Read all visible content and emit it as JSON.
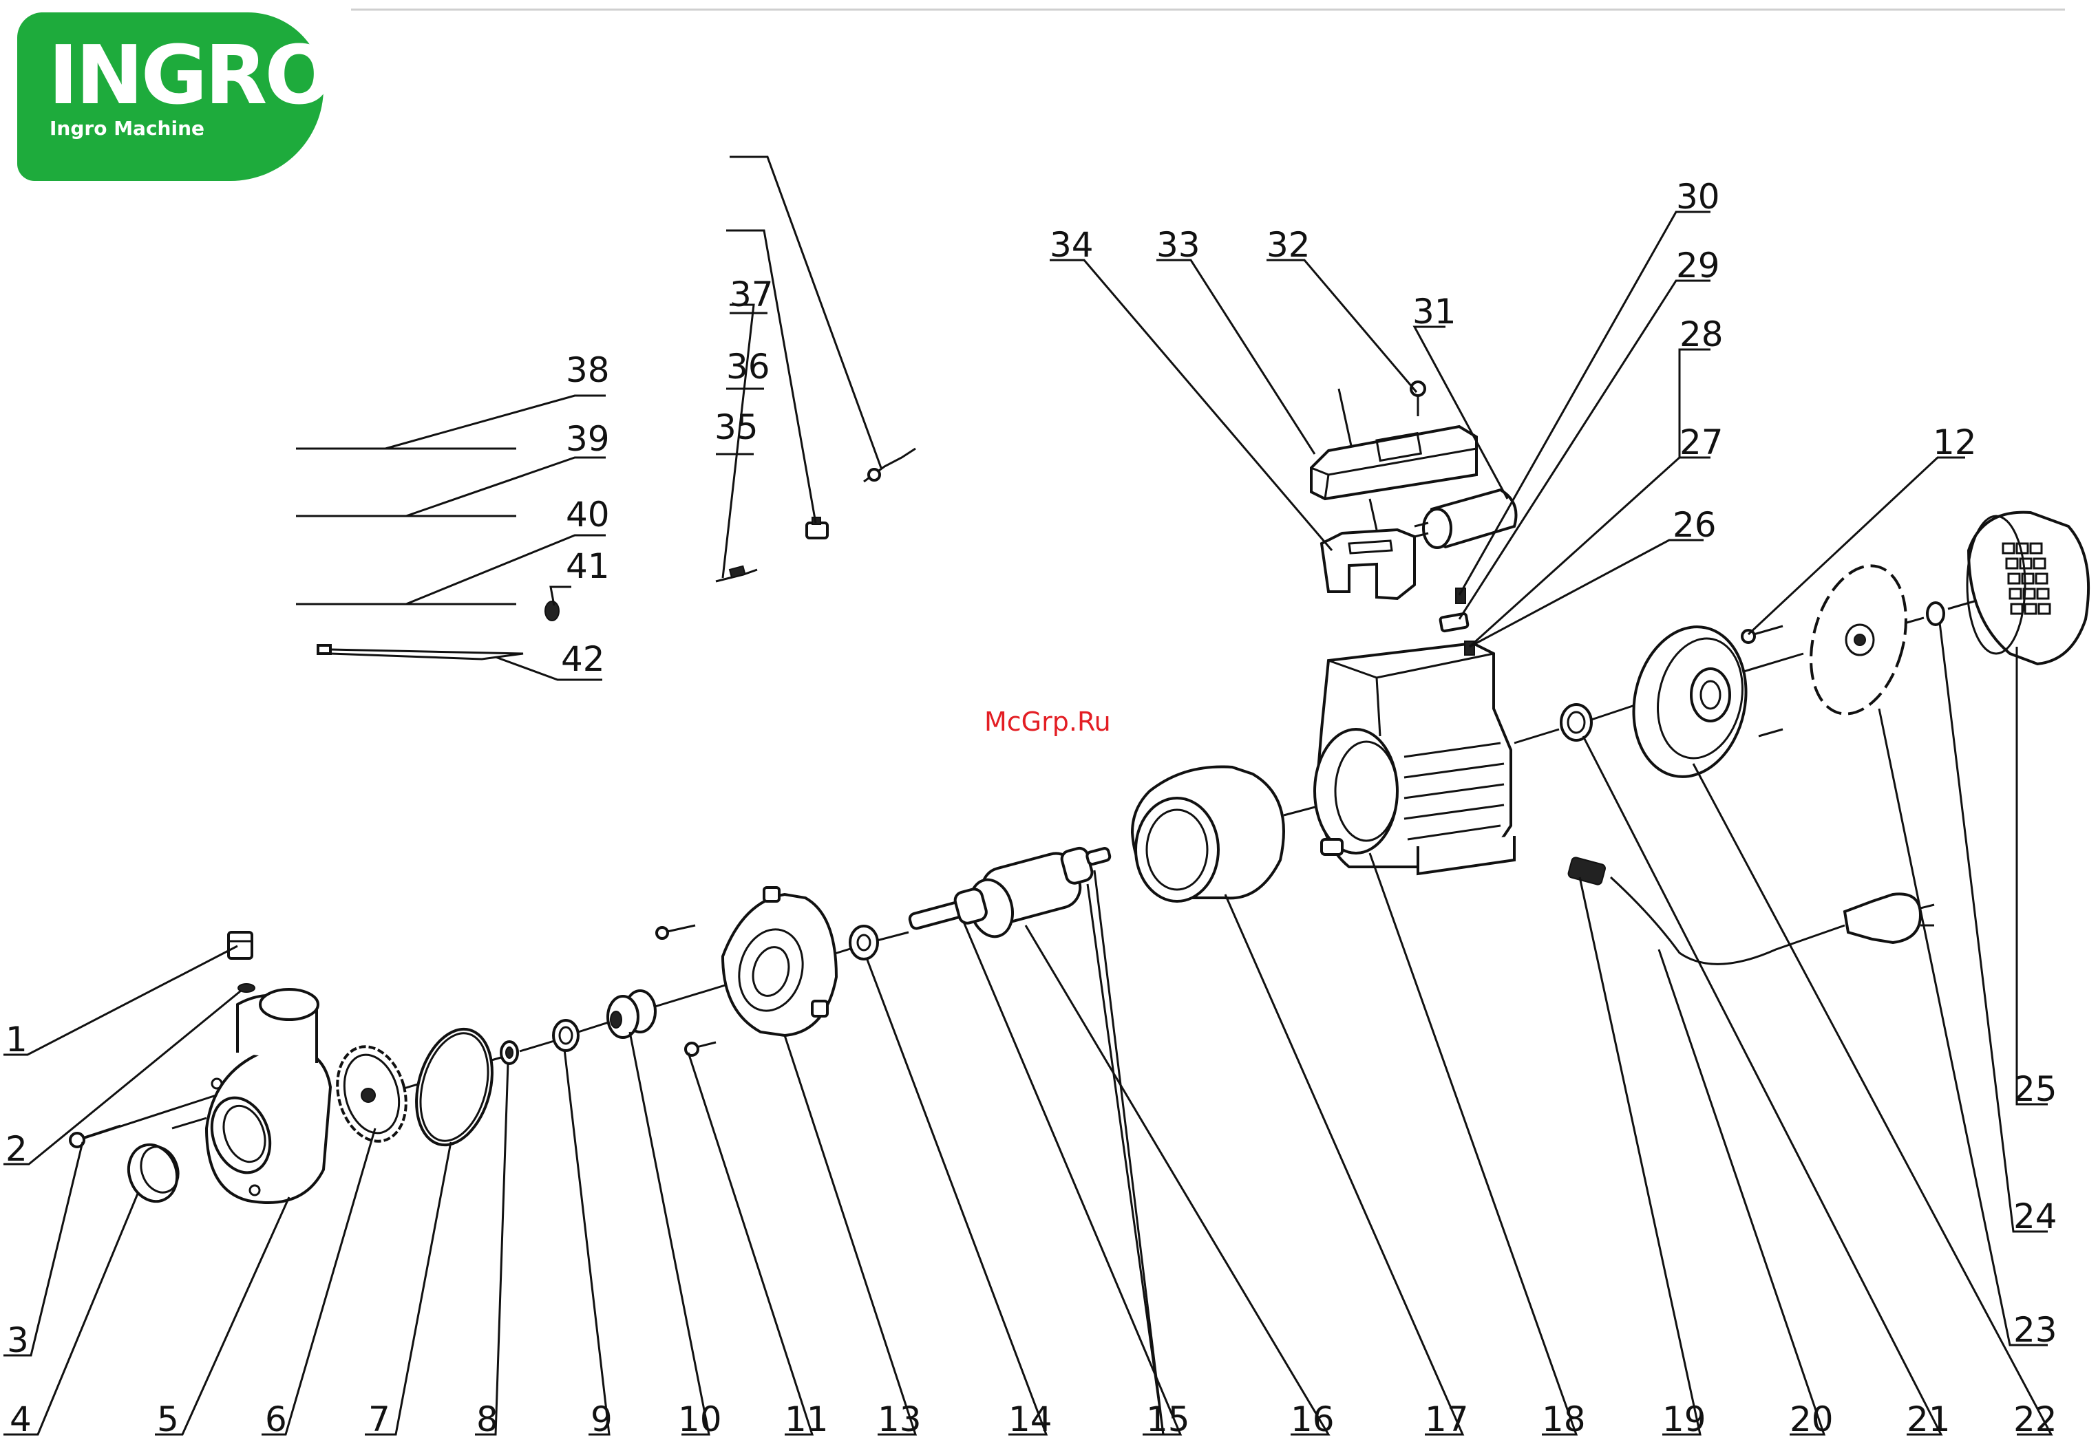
{
  "logo": {
    "brand": "INGRO",
    "tagline": "Ingro Machine",
    "color": "#1eab3c"
  },
  "watermark": "McGrp.Ru",
  "parts": [
    {
      "num": "1"
    },
    {
      "num": "2"
    },
    {
      "num": "3"
    },
    {
      "num": "4"
    },
    {
      "num": "5"
    },
    {
      "num": "6"
    },
    {
      "num": "7"
    },
    {
      "num": "8"
    },
    {
      "num": "9"
    },
    {
      "num": "10"
    },
    {
      "num": "11"
    },
    {
      "num": "12"
    },
    {
      "num": "13"
    },
    {
      "num": "14"
    },
    {
      "num": "15"
    },
    {
      "num": "16"
    },
    {
      "num": "17"
    },
    {
      "num": "18"
    },
    {
      "num": "19"
    },
    {
      "num": "20"
    },
    {
      "num": "21"
    },
    {
      "num": "22"
    },
    {
      "num": "23"
    },
    {
      "num": "24"
    },
    {
      "num": "25"
    },
    {
      "num": "26"
    },
    {
      "num": "27"
    },
    {
      "num": "28"
    },
    {
      "num": "29"
    },
    {
      "num": "30"
    },
    {
      "num": "31"
    },
    {
      "num": "32"
    },
    {
      "num": "33"
    },
    {
      "num": "34"
    },
    {
      "num": "35"
    },
    {
      "num": "36"
    },
    {
      "num": "37"
    },
    {
      "num": "38"
    },
    {
      "num": "39"
    },
    {
      "num": "40"
    },
    {
      "num": "41"
    },
    {
      "num": "42"
    }
  ]
}
